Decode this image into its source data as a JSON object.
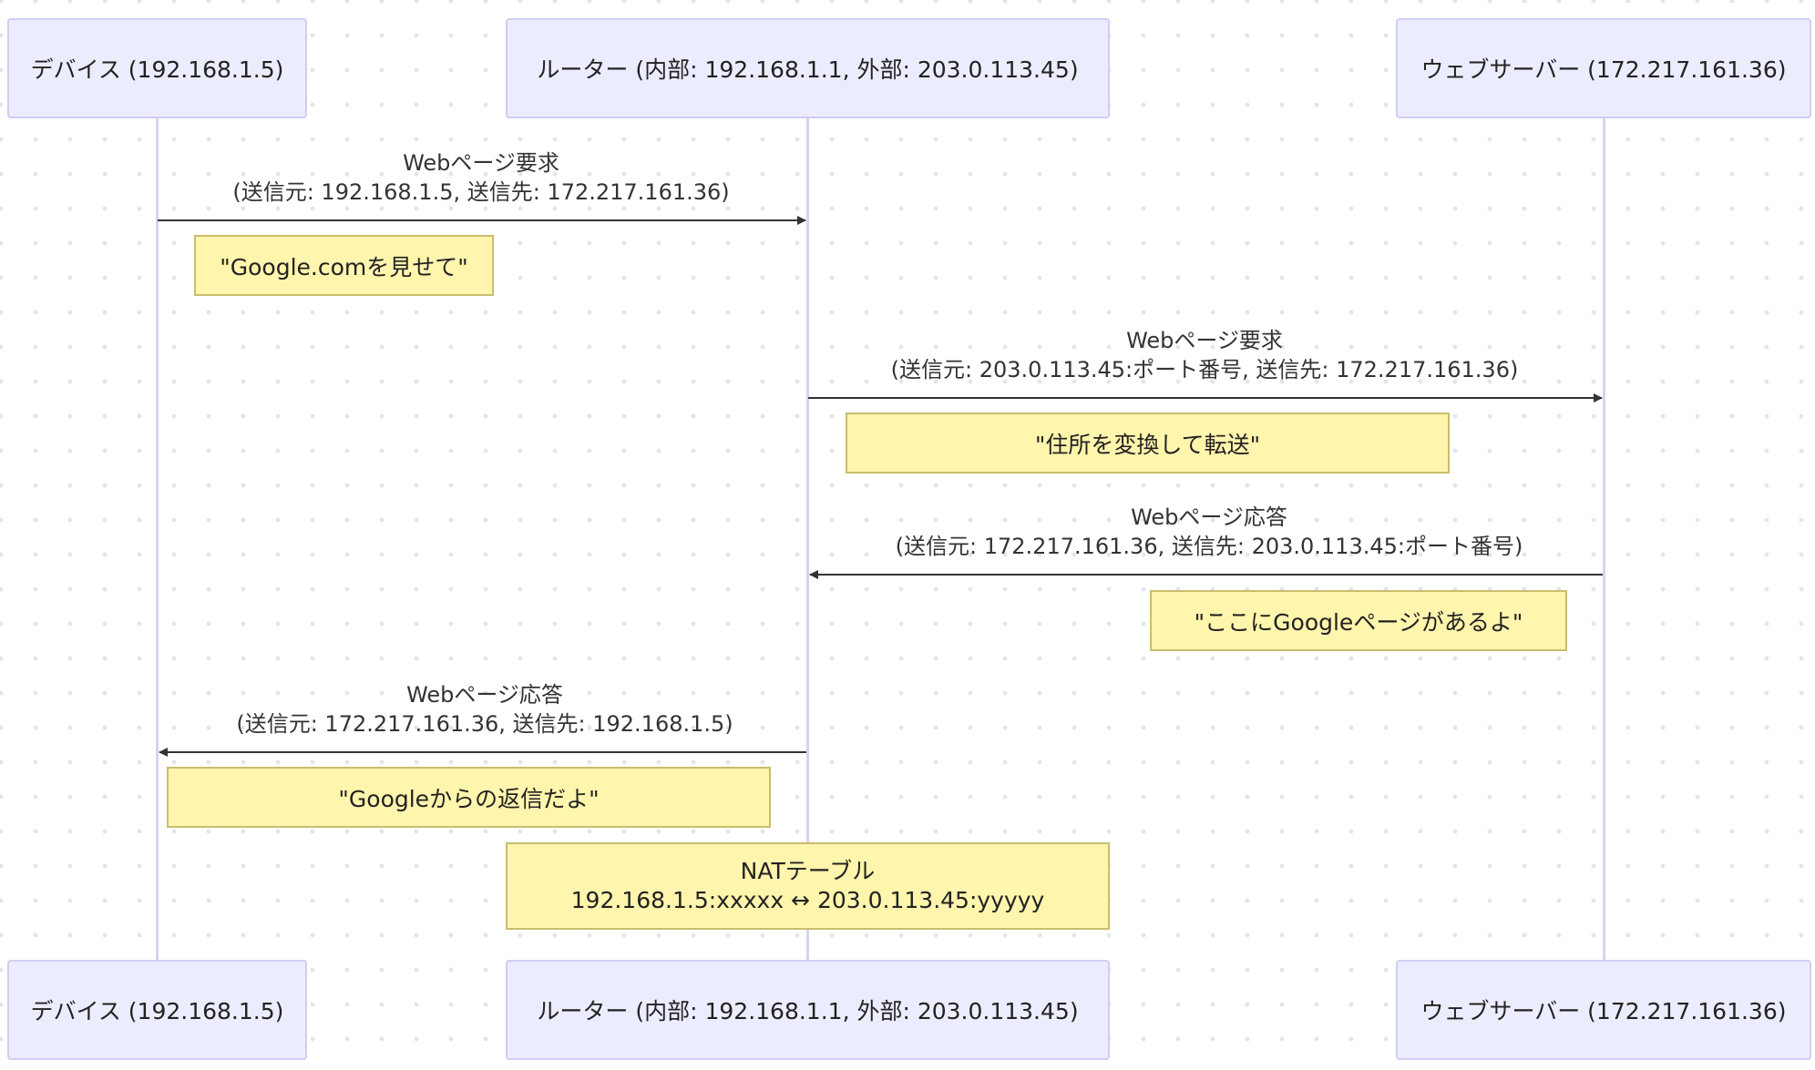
{
  "participants": [
    {
      "id": "device",
      "label": "デバイス (192.168.1.5)"
    },
    {
      "id": "router",
      "label": "ルーター (内部: 192.168.1.1, 外部: 203.0.113.45)"
    },
    {
      "id": "server",
      "label": "ウェブサーバー (172.217.161.36)"
    }
  ],
  "messages": [
    {
      "from": "device",
      "to": "router",
      "line1": "Webページ要求",
      "line2": "(送信元: 192.168.1.5, 送信先: 172.217.161.36)"
    },
    {
      "from": "router",
      "to": "server",
      "line1": "Webページ要求",
      "line2": "(送信元: 203.0.113.45:ポート番号, 送信先: 172.217.161.36)"
    },
    {
      "from": "server",
      "to": "router",
      "line1": "Webページ応答",
      "line2": "(送信元: 172.217.161.36, 送信先: 203.0.113.45:ポート番号)"
    },
    {
      "from": "router",
      "to": "device",
      "line1": "Webページ応答",
      "line2": "(送信元: 172.217.161.36, 送信先: 192.168.1.5)"
    }
  ],
  "notes": [
    {
      "text": "\"Google.comを見せて\""
    },
    {
      "text": "\"住所を変換して転送\""
    },
    {
      "text": "\"ここにGoogleページがあるよ\""
    },
    {
      "text": "\"Googleからの返信だよ\""
    }
  ],
  "nat_table": {
    "title": "NATテーブル",
    "mapping": "192.168.1.5:xxxxx ↔ 203.0.113.45:yyyyy"
  },
  "colors": {
    "actor_fill": "#ececff",
    "actor_border": "#cfcdf2",
    "note_fill": "#fff5ad",
    "note_border": "#c9bd6d",
    "arrow": "#333333",
    "lifeline": "#d5d3f0"
  }
}
